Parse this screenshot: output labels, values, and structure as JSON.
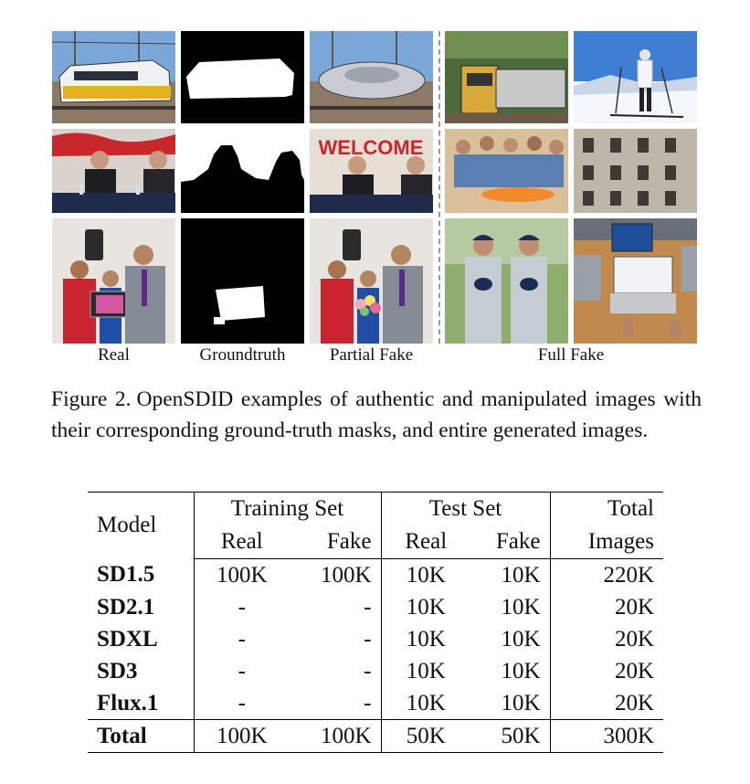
{
  "figure": {
    "column_labels": [
      "Real",
      "Groundtruth",
      "Partial Fake",
      "Full Fake"
    ],
    "colors": {
      "separator": "#9a9a9a",
      "mask_bg": "#000000",
      "mask_fg": "#ffffff"
    }
  },
  "caption": {
    "label": "Figure 2.",
    "text": "OpenSDID examples of authentic and manipulated images with their corresponding ground-truth masks, and entire generated images."
  },
  "table": {
    "header": {
      "model": "Model",
      "training_set": "Training Set",
      "test_set": "Test Set",
      "total_top": "Total",
      "total_bottom": "Images",
      "real": "Real",
      "fake": "Fake"
    },
    "rows": [
      {
        "model": "SD1.5",
        "train_real": "100K",
        "train_fake": "100K",
        "test_real": "10K",
        "test_fake": "10K",
        "total": "220K"
      },
      {
        "model": "SD2.1",
        "train_real": "-",
        "train_fake": "-",
        "test_real": "10K",
        "test_fake": "10K",
        "total": "20K"
      },
      {
        "model": "SDXL",
        "train_real": "-",
        "train_fake": "-",
        "test_real": "10K",
        "test_fake": "10K",
        "total": "20K"
      },
      {
        "model": "SD3",
        "train_real": "-",
        "train_fake": "-",
        "test_real": "10K",
        "test_fake": "10K",
        "total": "20K"
      },
      {
        "model": "Flux.1",
        "train_real": "-",
        "train_fake": "-",
        "test_real": "10K",
        "test_fake": "10K",
        "total": "20K"
      }
    ],
    "total_row": {
      "model": "Total",
      "train_real": "100K",
      "train_fake": "100K",
      "test_real": "50K",
      "test_fake": "50K",
      "total": "300K"
    }
  }
}
